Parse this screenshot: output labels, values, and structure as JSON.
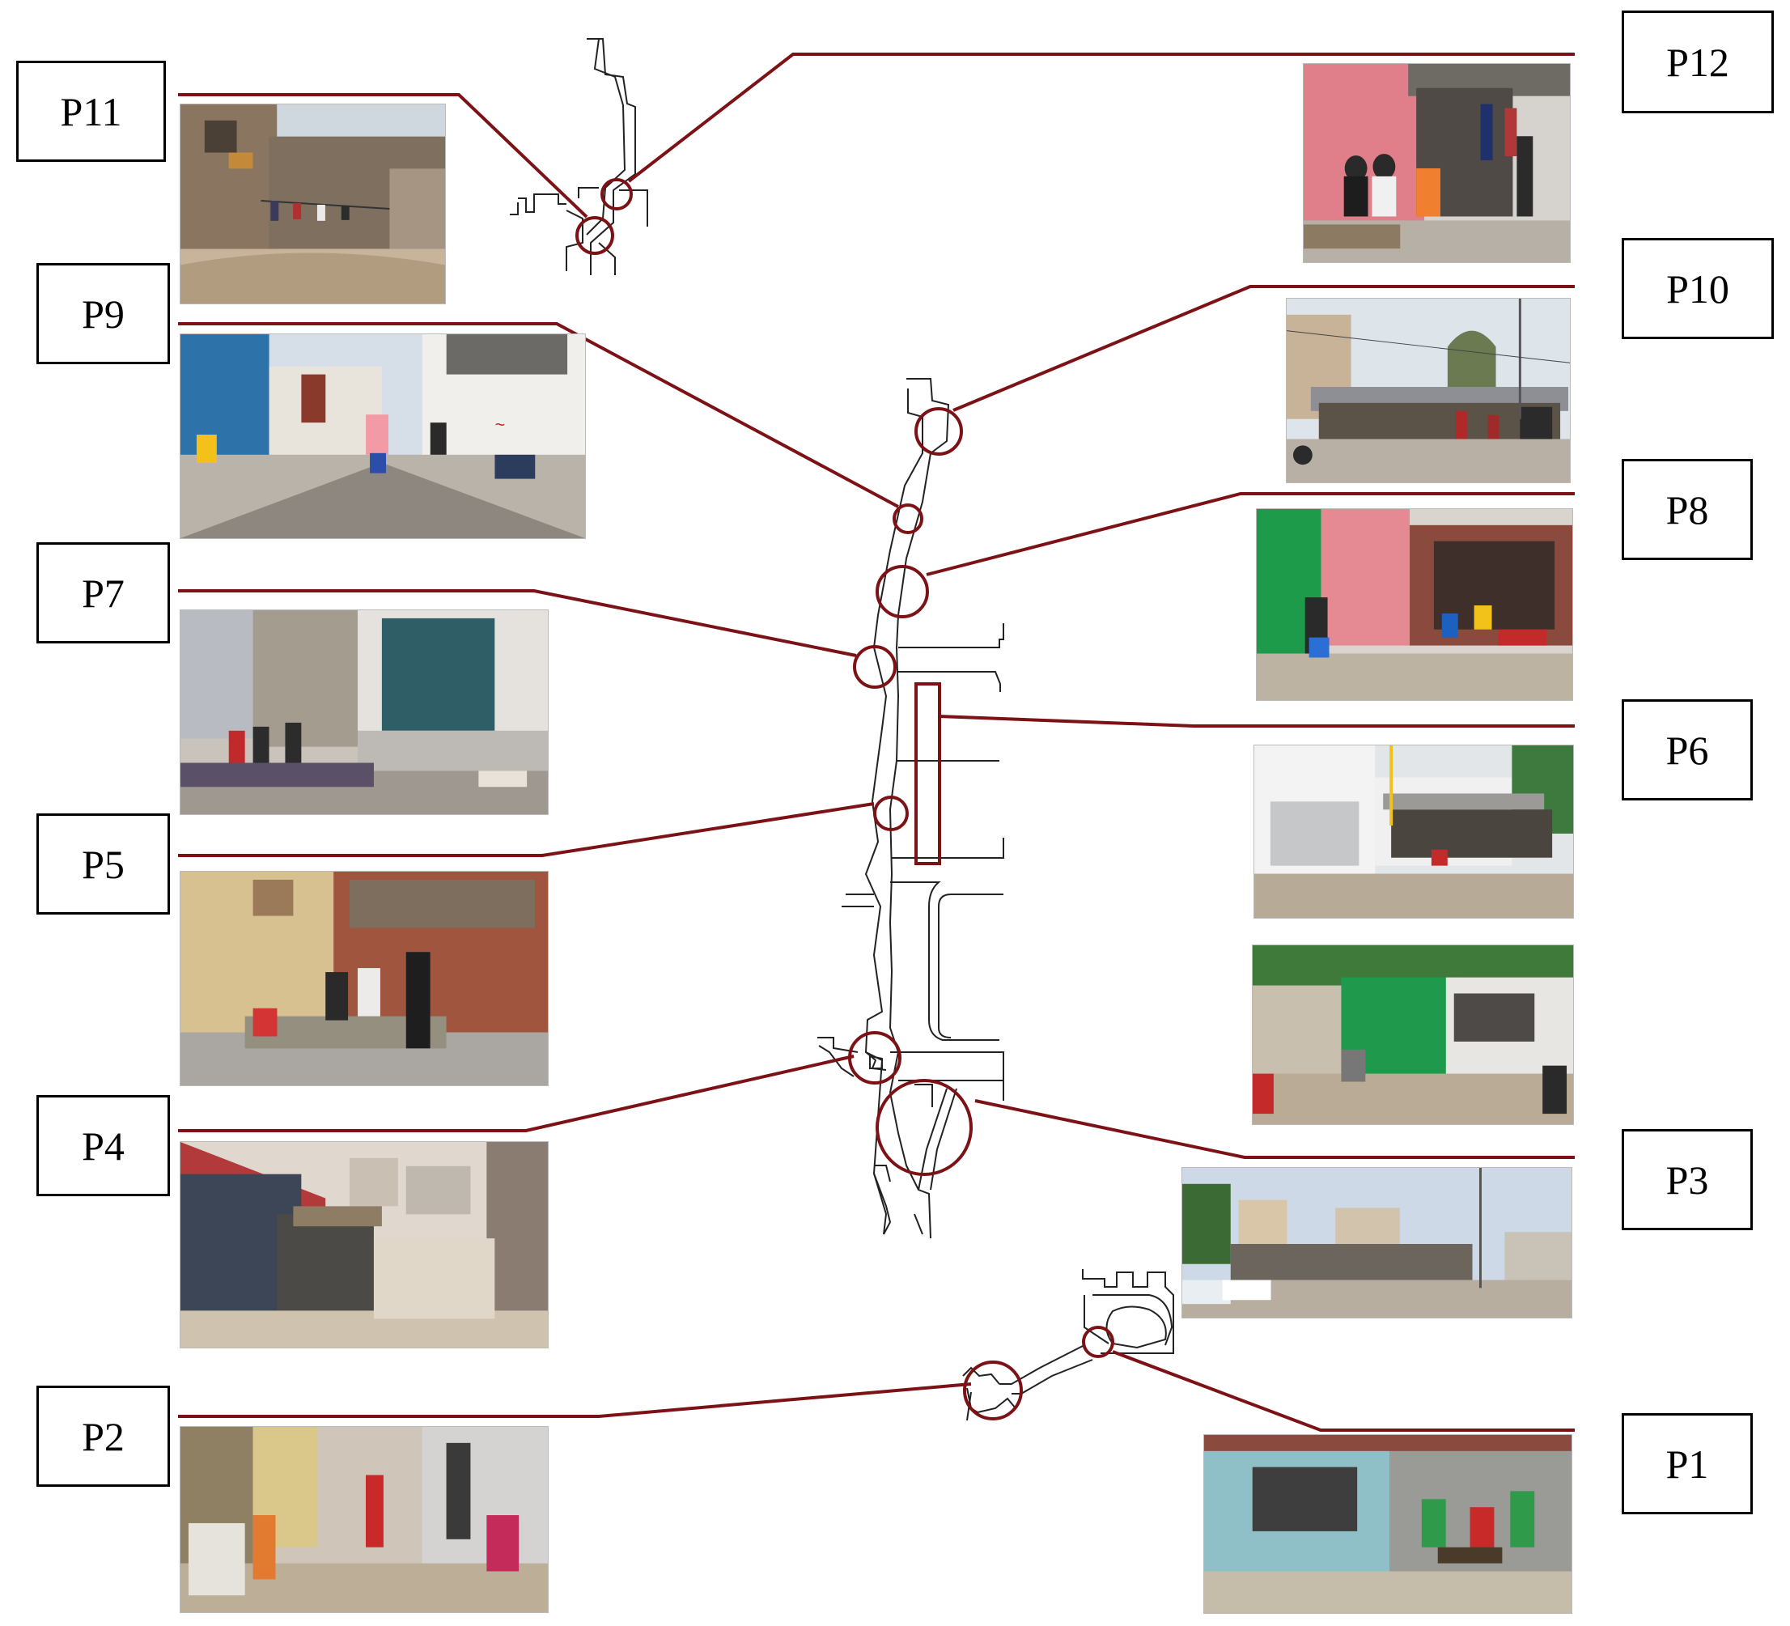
{
  "points": [
    {
      "id": "P1",
      "label": "P1"
    },
    {
      "id": "P2",
      "label": "P2"
    },
    {
      "id": "P3",
      "label": "P3"
    },
    {
      "id": "P4",
      "label": "P4"
    },
    {
      "id": "P5",
      "label": "P5"
    },
    {
      "id": "P6",
      "label": "P6"
    },
    {
      "id": "P7",
      "label": "P7"
    },
    {
      "id": "P8",
      "label": "P8"
    },
    {
      "id": "P9",
      "label": "P9"
    },
    {
      "id": "P10",
      "label": "P10"
    },
    {
      "id": "P11",
      "label": "P11"
    },
    {
      "id": "P12",
      "label": "P12"
    }
  ],
  "colors": {
    "leader": "#7d1216",
    "map_line": "#222222",
    "box_border": "#000000"
  },
  "photos": [
    {
      "id": "photo-p11",
      "kind": "street-photograph"
    },
    {
      "id": "photo-p12",
      "kind": "street-photograph"
    },
    {
      "id": "photo-p9",
      "kind": "street-photograph"
    },
    {
      "id": "photo-p10",
      "kind": "street-photograph"
    },
    {
      "id": "photo-p8",
      "kind": "street-photograph"
    },
    {
      "id": "photo-p7",
      "kind": "street-photograph"
    },
    {
      "id": "photo-p6",
      "kind": "street-photograph"
    },
    {
      "id": "photo-p5",
      "kind": "street-photograph"
    },
    {
      "id": "photo-p6b",
      "kind": "street-photograph"
    },
    {
      "id": "photo-p4",
      "kind": "street-photograph"
    },
    {
      "id": "photo-p3",
      "kind": "street-photograph"
    },
    {
      "id": "photo-p2",
      "kind": "street-photograph"
    },
    {
      "id": "photo-p1",
      "kind": "street-photograph"
    }
  ]
}
